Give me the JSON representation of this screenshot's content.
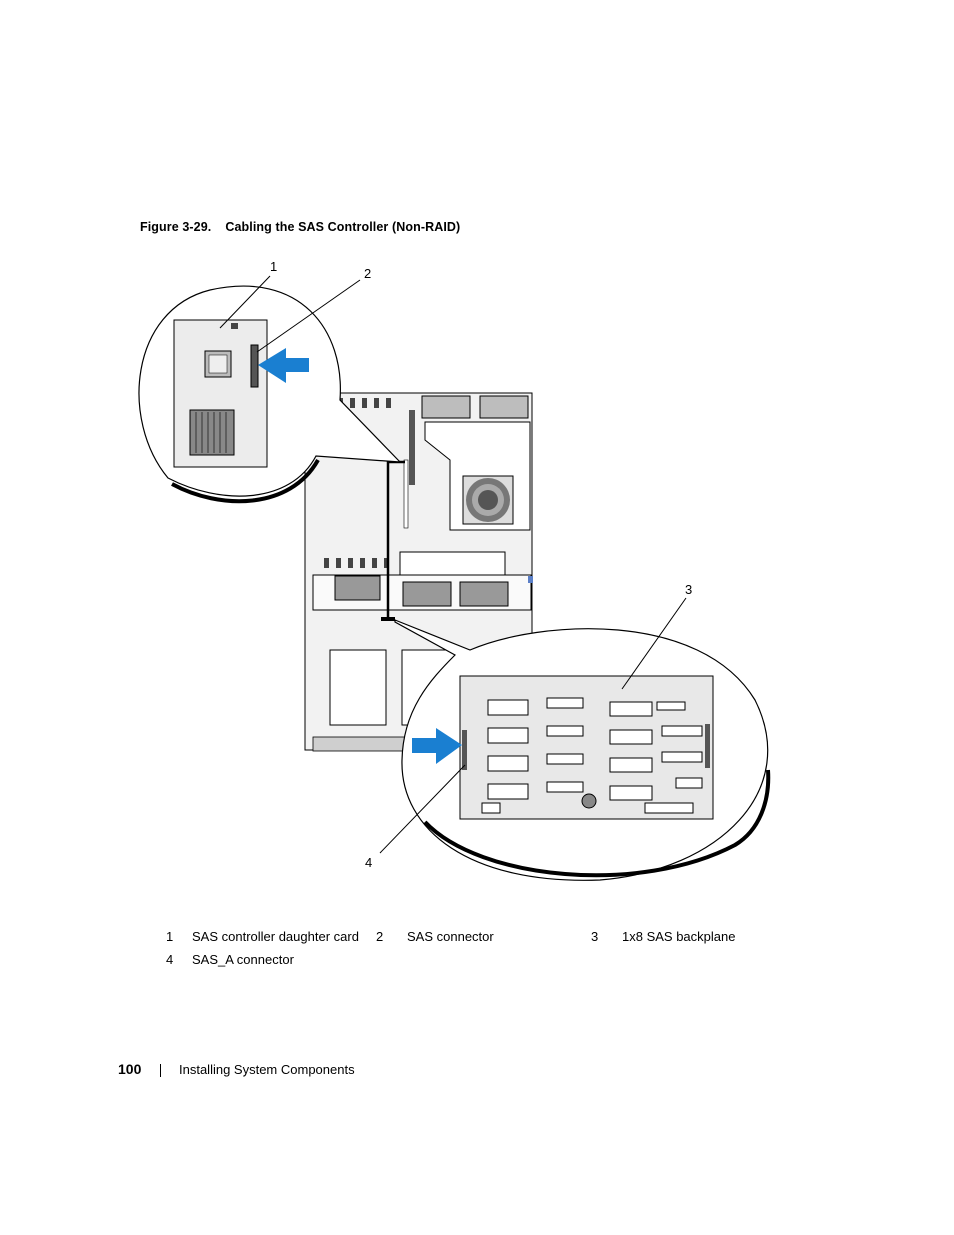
{
  "figure": {
    "number": "Figure 3-29.",
    "title": "Cabling the SAS Controller (Non-RAID)"
  },
  "callouts": [
    "1",
    "2",
    "3",
    "4"
  ],
  "legend": [
    {
      "num": "1",
      "label": "SAS controller daughter card"
    },
    {
      "num": "2",
      "label": "SAS connector"
    },
    {
      "num": "3",
      "label": "1x8 SAS backplane"
    },
    {
      "num": "4",
      "label": "SAS_A connector"
    }
  ],
  "footer": {
    "page_number": "100",
    "section": "Installing System Components"
  },
  "colors": {
    "arrow": "#1a7fd1",
    "board": "#e8e8e8",
    "outline": "#000000"
  }
}
